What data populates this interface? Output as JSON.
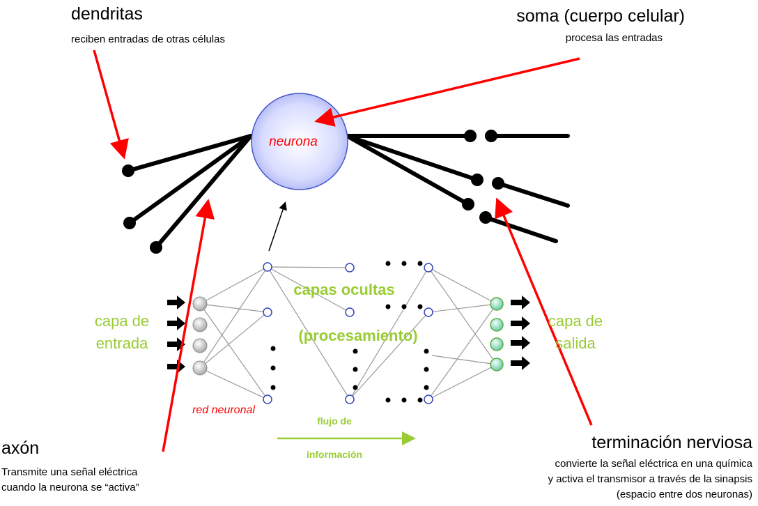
{
  "labels": {
    "dendrites_title": "dendritas",
    "dendrites_desc": "reciben entradas de otras células",
    "soma_title": "soma (cuerpo celular)",
    "soma_desc": "procesa las entradas",
    "neuron": "neurona",
    "axon_title": "axón",
    "axon_desc_1": "Transmite una señal eléctrica",
    "axon_desc_2": "cuando la neurona se “activa”",
    "terminal_title": "terminación nerviosa",
    "terminal_desc_1": "convierte la señal eléctrica en una química",
    "terminal_desc_2": "y activa el transmisor a través de la sinapsis",
    "terminal_desc_3": "(espacio entre dos neuronas)",
    "input_layer_1": "capa de",
    "input_layer_2": "entrada",
    "output_layer_1": "capa de",
    "output_layer_2": "salida",
    "hidden_1": "capas ocultas",
    "hidden_2": "(procesamiento)",
    "network": "red neuronal",
    "flow_1": "flujo de",
    "flow_2": "información"
  },
  "colors": {
    "annotation_arrow": "#ff0000",
    "layer_text": "#99cc33",
    "neuron_label": "#ff0000",
    "network_edge": "#999999"
  }
}
